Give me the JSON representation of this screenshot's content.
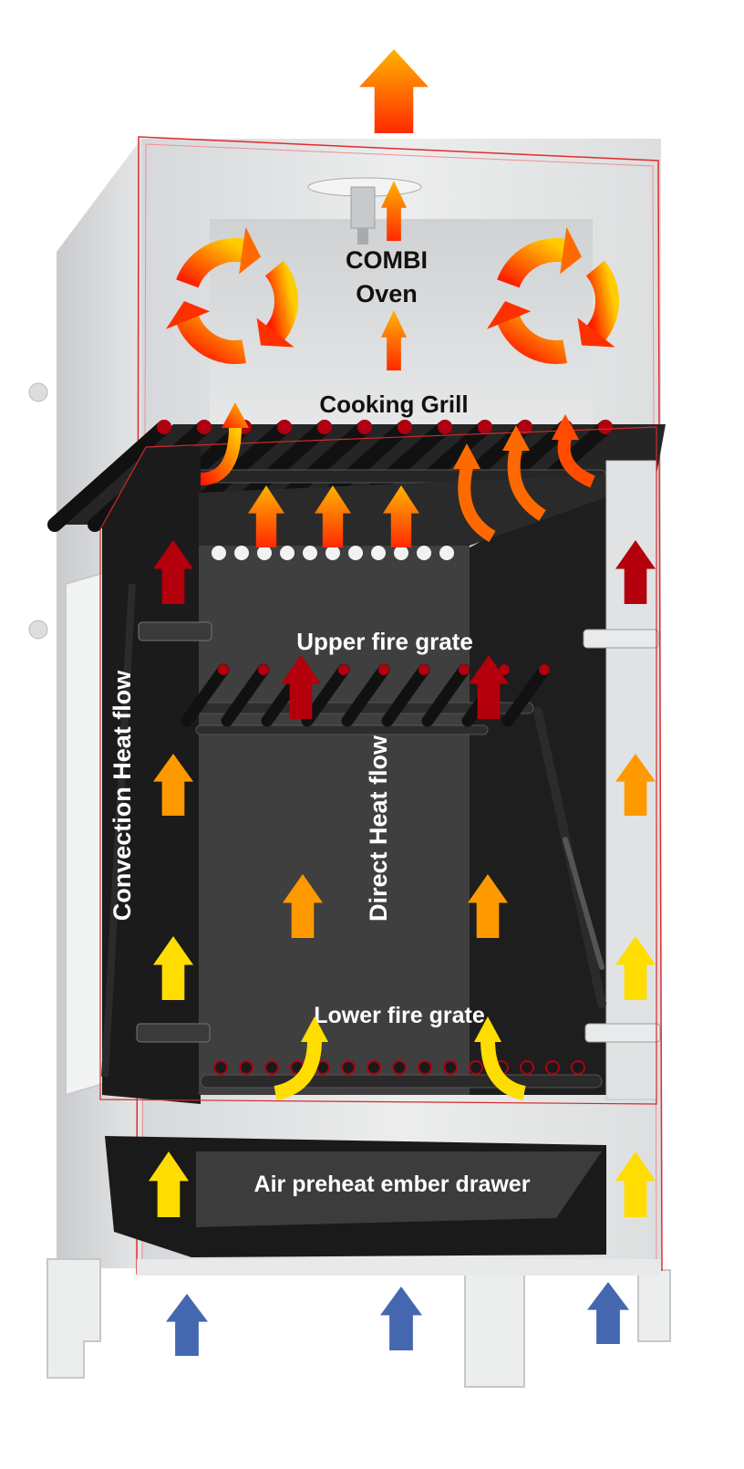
{
  "labels": {
    "combi_line1": "COMBI",
    "combi_line2": "Oven",
    "cooking_grill": "Cooking Grill",
    "upper_fire_grate": "Upper fire grate",
    "lower_fire_grate": "Lower fire grate",
    "direct_heat_flow": "Direct Heat flow",
    "convection_heat_flow": "Convection Heat flow",
    "ember_drawer": "Air preheat ember drawer"
  },
  "colors": {
    "stove_body": "#e2e3e5",
    "chamber_dark": "#1b1b1b",
    "chamber_inner": "#3e3e3e",
    "outline_red": "#e32b2b",
    "arrow_dark_red": "#b3000c",
    "arrow_orange": "#ff9900",
    "arrow_yellow": "#ffdd00",
    "arrow_blue": "#4467b0",
    "fire_gradient_from": "#ffd000",
    "fire_gradient_to": "#ff1a00"
  },
  "icons": {
    "exhaust": "arrow-up-fire-icon",
    "circulation": "circular-arrows-icon",
    "hot_air": "arrow-up-icon",
    "curved_flow": "curved-arrow-icon",
    "intake_air": "arrow-up-blue-icon"
  }
}
